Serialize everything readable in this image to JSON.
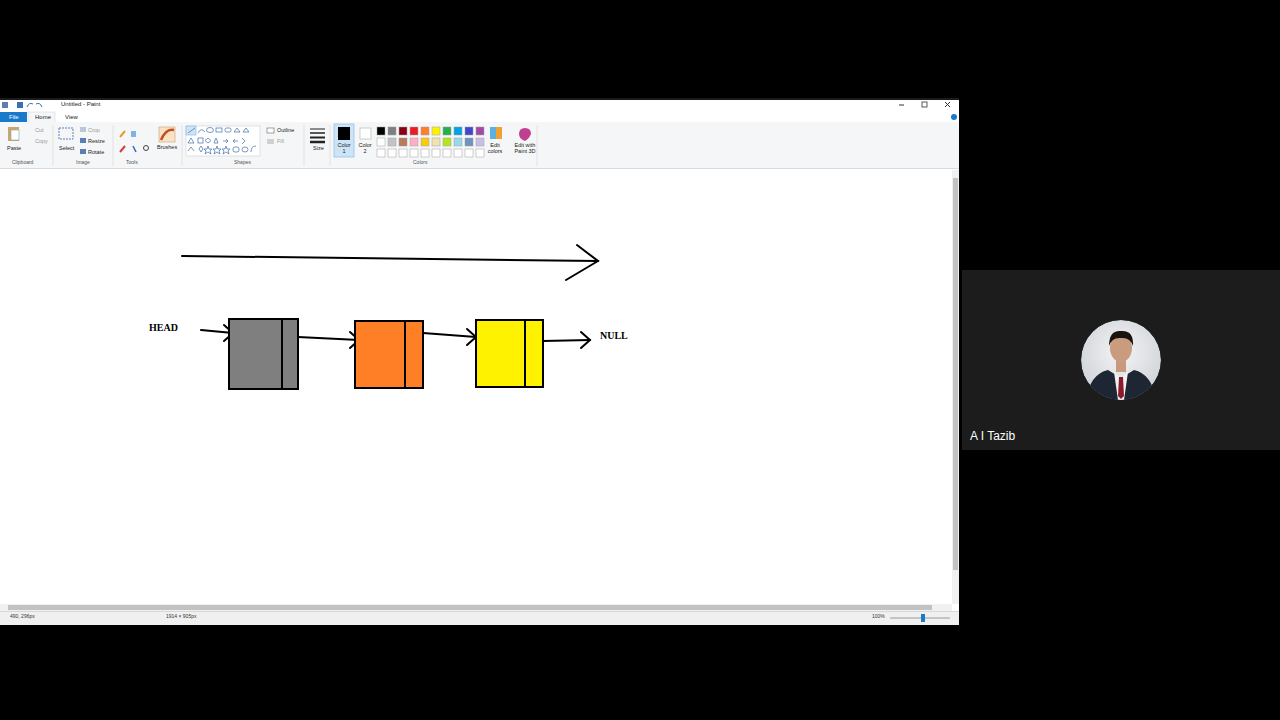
{
  "diagram": {
    "labels": [
      "Untitled - Paint",
      "File",
      "Home",
      "View",
      "Paste",
      "Cut",
      "Copy",
      "Select",
      "Crop",
      "Resize",
      "Rotate",
      "Clipboard",
      "Image",
      "Tools",
      "Brushes",
      "Outline",
      "Fill",
      "Shapes",
      "Size",
      "Color 1",
      "Color 2",
      "Edit colors",
      "Edit with Paint 3D",
      "Colors",
      "HEAD",
      "NULL",
      "490, 296px",
      "1914 × 905px",
      "100%",
      "A I Tazib"
    ]
  }
}
